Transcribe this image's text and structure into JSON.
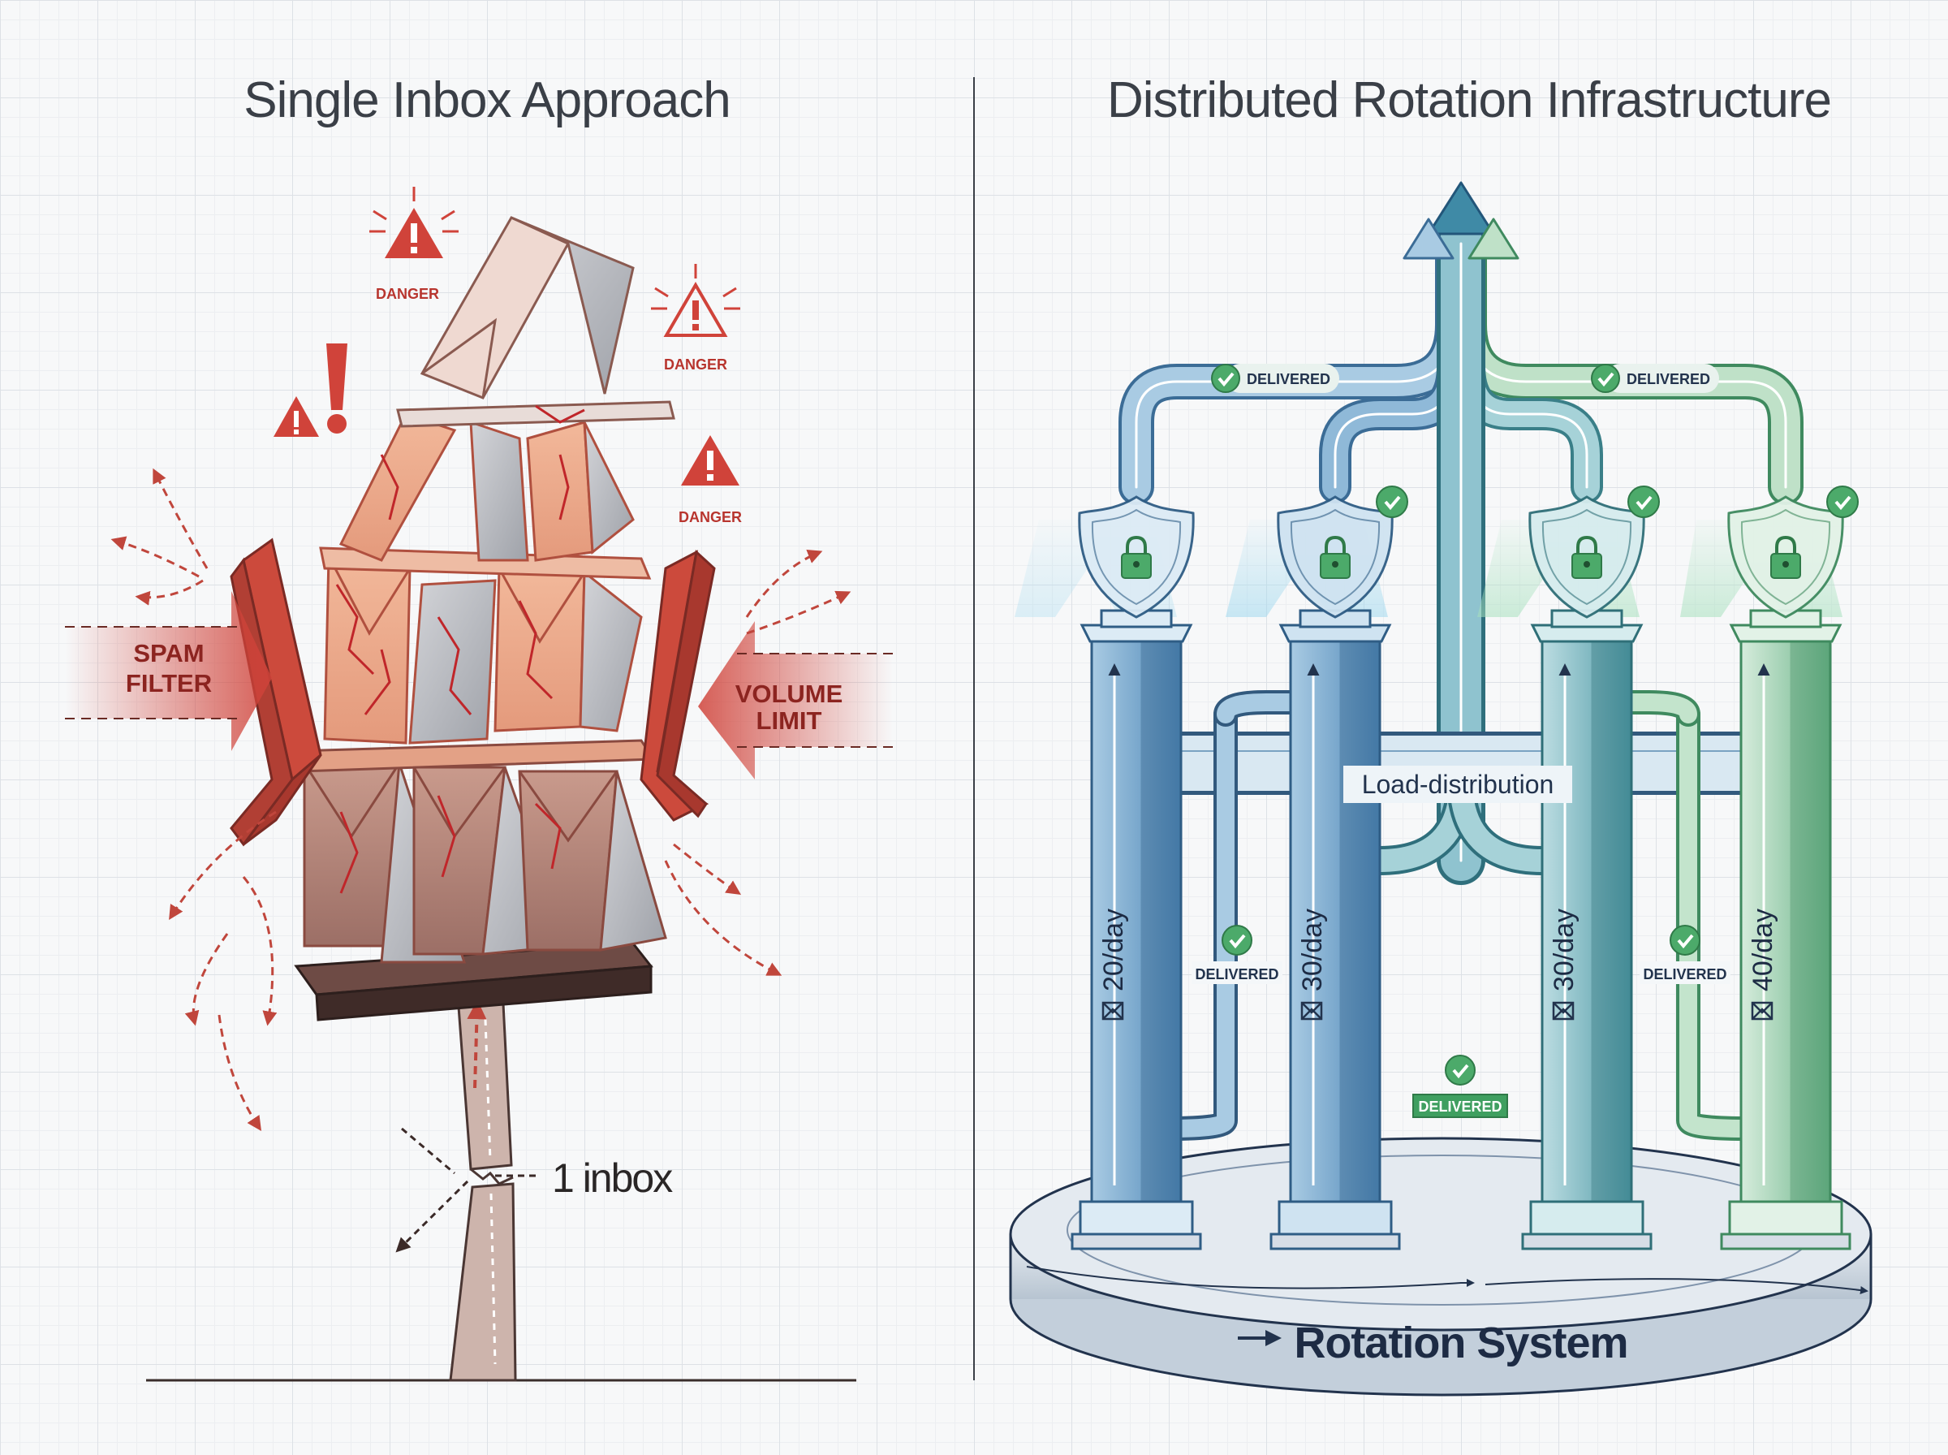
{
  "left_panel": {
    "title": "Single Inbox Approach",
    "danger_labels": [
      "DANGER",
      "DANGER",
      "DANGER"
    ],
    "pressure_left": {
      "line1": "SPAM",
      "line2": "FILTER"
    },
    "pressure_right": {
      "line1": "VOLUME",
      "line2": "LIMIT"
    },
    "base_label": "1 inbox"
  },
  "right_panel": {
    "title": "Distributed Rotation Infrastructure",
    "delivered_label": "DELIVERED",
    "load_label": "Load-distribution",
    "pillars": [
      {
        "rate": "20/day"
      },
      {
        "rate": "30/day"
      },
      {
        "rate": "30/day"
      },
      {
        "rate": "40/day"
      }
    ],
    "base_label": "Rotation System"
  },
  "colors": {
    "danger_red": "#d0433a",
    "blue": "#5b95c2",
    "teal": "#4f9aa6",
    "green": "#6cb58a",
    "success": "#4caa6a"
  }
}
